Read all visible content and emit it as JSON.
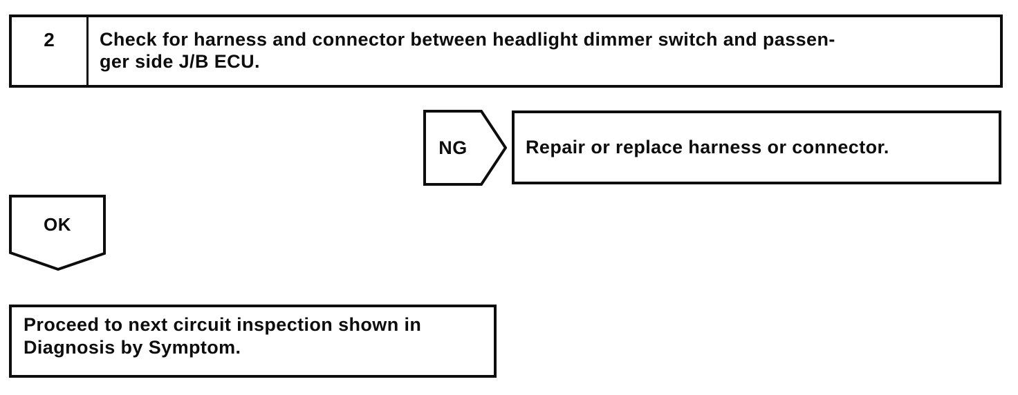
{
  "page": {
    "background_color": "#ffffff",
    "ink_color": "#0d0d0d"
  },
  "step_box": {
    "number": "2",
    "instruction_lines": [
      "Check for harness and connector between headlight dimmer switch and passen-",
      "ger side J/B ECU."
    ]
  },
  "ng_branch": {
    "label": "NG",
    "action": "Repair or replace harness or connector."
  },
  "ok_branch": {
    "label": "OK"
  },
  "result_box": {
    "lines": [
      "Proceed to next circuit inspection shown in",
      "Diagnosis by Symptom."
    ]
  }
}
